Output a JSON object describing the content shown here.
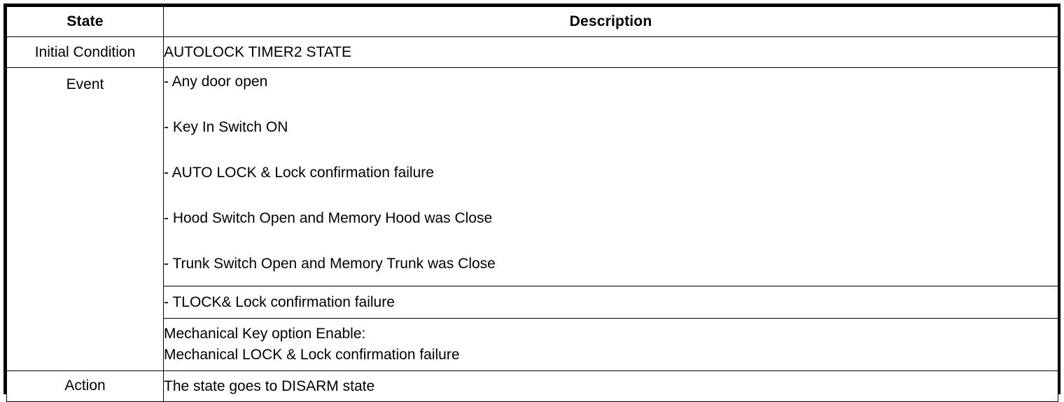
{
  "table": {
    "columns": [
      {
        "key": "state",
        "header": "State"
      },
      {
        "key": "description",
        "header": "Description"
      }
    ],
    "rows": {
      "initial_condition": {
        "state": "Initial Condition",
        "description": "AUTOLOCK TIMER2 STATE"
      },
      "event": {
        "state": "Event",
        "items": [
          "-  Any door open",
          "-  Key In Switch ON",
          "-  AUTO LOCK & Lock confirmation failure",
          "-  Hood Switch Open and Memory Hood was Close",
          "-  Trunk Switch Open and Memory Trunk was Close"
        ],
        "tlock": "-  TLOCK& Lock confirmation failure",
        "mechanical_line1": "Mechanical Key option Enable:",
        "mechanical_line2": "Mechanical LOCK & Lock confirmation failure"
      },
      "action": {
        "state": "Action",
        "description": "The state goes to DISARM state"
      }
    }
  },
  "style": {
    "border_color": "#000000",
    "text_color": "#000000",
    "background": "#ffffff"
  }
}
